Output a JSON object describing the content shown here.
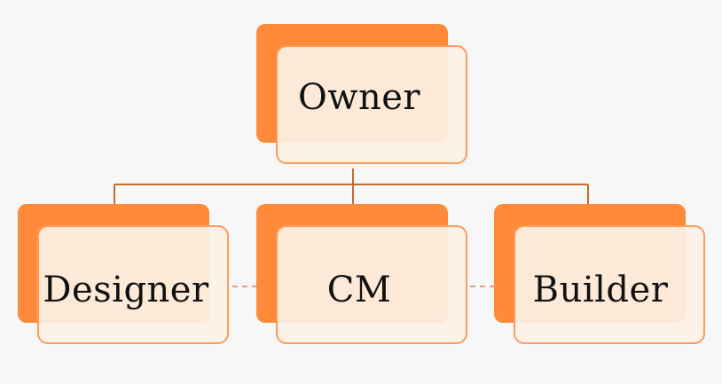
{
  "diagram": {
    "nodes": {
      "owner": {
        "label": "Owner"
      },
      "designer": {
        "label": "Designer"
      },
      "cm": {
        "label": "CM"
      },
      "builder": {
        "label": "Builder"
      }
    },
    "colors": {
      "accent": "#ff8a3a",
      "card_fill": "#fcf1e6",
      "card_border": "#ff9a5b",
      "hierarchy_line": "#c46a32",
      "dashed_line": "#d9a17b",
      "background": "#f7f7f7"
    }
  }
}
